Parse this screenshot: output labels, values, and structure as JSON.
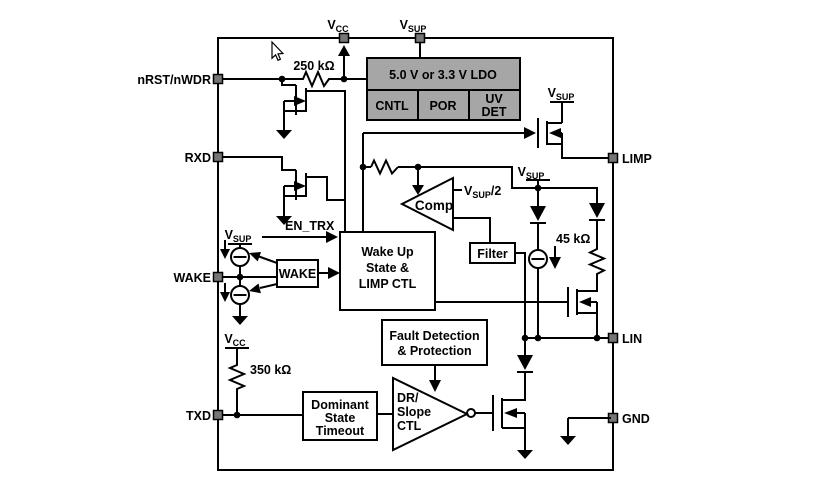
{
  "figure": {
    "pins": {
      "nrst": "nRST/nWDR",
      "rxd": "RXD",
      "wake": "WAKE",
      "txd": "TXD",
      "limp": "LIMP",
      "lin": "LIN",
      "gnd": "GND"
    },
    "nets": {
      "vcc": {
        "base": "V",
        "sub": "CC"
      },
      "vsup": {
        "base": "V",
        "sub": "SUP"
      },
      "vsup_half": {
        "base": "V",
        "sub": "SUP",
        "suffix": "/2"
      },
      "en_trx": "EN_TRX"
    },
    "resistors": {
      "r250": "250 kΩ",
      "r350": "350 kΩ",
      "r45": "45 kΩ"
    },
    "blocks": {
      "ldo": "5.0 V or 3.3 V LDO",
      "cntl": "CNTL",
      "por": "POR",
      "uv": {
        "line1": "UV",
        "line2": "DET"
      },
      "wakeup": {
        "line1": "Wake Up",
        "line2": "State &",
        "line3": "LIMP CTL"
      },
      "filter": "Filter",
      "fault": {
        "line1": "Fault Detection",
        "line2": "& Protection"
      },
      "dominant": {
        "line1": "Dominant",
        "line2": "State",
        "line3": "Timeout"
      },
      "drslope": {
        "line1": "DR/",
        "line2": "Slope",
        "line3": "CTL"
      },
      "comp": "Comp",
      "wake_detect": "WAKE"
    },
    "colors": {
      "block_fill": "#a6a6a6",
      "terminal_fill": "#767676",
      "line": "#000000",
      "background": "#ffffff"
    }
  }
}
